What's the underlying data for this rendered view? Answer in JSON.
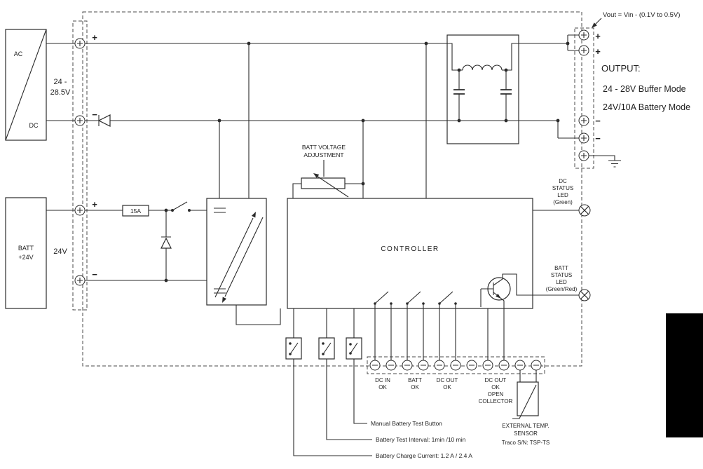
{
  "colors": {
    "line": "#2b2b2b",
    "background": "#ffffff",
    "tab_block": "#000000"
  },
  "diagram": {
    "acdc": {
      "ac": "AC",
      "dc": "DC"
    },
    "input_voltage": {
      "l1": "24 -",
      "l2": "28.5V"
    },
    "battery_box": {
      "l1": "BATT",
      "l2": "+24V"
    },
    "battery_voltage": "24V",
    "fuse_rating": "15A",
    "polarity": {
      "plus": "+",
      "minus": "−"
    },
    "batt_adjustment": {
      "l1": "BATT VOLTAGE",
      "l2": "ADJUSTMENT"
    },
    "controller_label": "CONTROLLER",
    "vout_note": "Vout = Vin - (0.1V to 0.5V)",
    "output": {
      "title": "OUTPUT:",
      "mode1": "24 - 28V Buffer Mode",
      "mode2": "24V/10A Battery Mode"
    },
    "dc_status_led": {
      "l1": "DC",
      "l2": "STATUS",
      "l3": "LED",
      "l4": "(Green)"
    },
    "batt_status_led": {
      "l1": "BATT",
      "l2": "STATUS",
      "l3": "LED",
      "l4": "(Green/Red)"
    },
    "signal_terminals": {
      "dc_in_ok": {
        "l1": "DC IN",
        "l2": "OK"
      },
      "batt_ok": {
        "l1": "BATT",
        "l2": "OK"
      },
      "dc_out_ok": {
        "l1": "DC OUT",
        "l2": "OK"
      },
      "dc_out_open_collector": {
        "l1": "DC OUT",
        "l2": "OK",
        "l3": "OPEN",
        "l4": "COLLECTOR"
      }
    },
    "annotations": {
      "manual_test": "Manual Battery Test Button",
      "test_interval": "Battery Test Interval: 1min /10 min",
      "charge_current": "Battery Charge Current: 1.2 A / 2.4 A"
    },
    "temp_sensor": {
      "l1": "EXTERNAL TEMP.",
      "l2": "SENSOR",
      "l3": "Traco S/N: TSP-TS"
    }
  }
}
